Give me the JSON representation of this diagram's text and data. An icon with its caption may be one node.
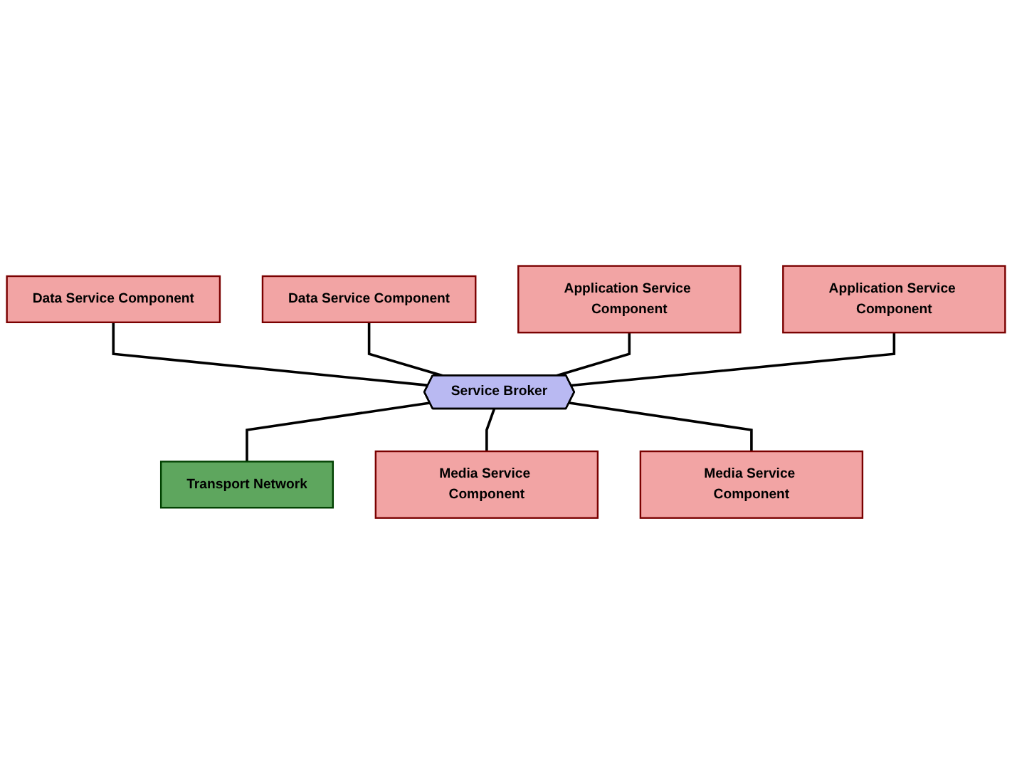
{
  "diagram": {
    "nodes": [
      {
        "text": [
          "Data Service Component"
        ]
      },
      {
        "text": [
          "Data Service Component"
        ]
      },
      {
        "text": [
          "Application Service Component"
        ]
      },
      {
        "text": [
          "Application Service Component"
        ]
      },
      {
        "text": [
          "Service Broker"
        ]
      },
      {
        "text": [
          "Transport Network"
        ]
      },
      {
        "text": [
          "Media Service Component"
        ]
      },
      {
        "text": [
          "Media Service Component"
        ]
      }
    ],
    "edges": [
      {
        "from": 0,
        "to": 4,
        "arrow": "none"
      },
      {
        "from": 1,
        "to": 4,
        "arrow": "none"
      },
      {
        "from": 2,
        "to": 4,
        "arrow": "none"
      },
      {
        "from": 3,
        "to": 4,
        "arrow": "none"
      },
      {
        "from": 4,
        "to": 5,
        "arrow": "none"
      },
      {
        "from": 4,
        "to": 6,
        "arrow": "none"
      },
      {
        "from": 4,
        "to": 7,
        "arrow": "none"
      }
    ]
  }
}
